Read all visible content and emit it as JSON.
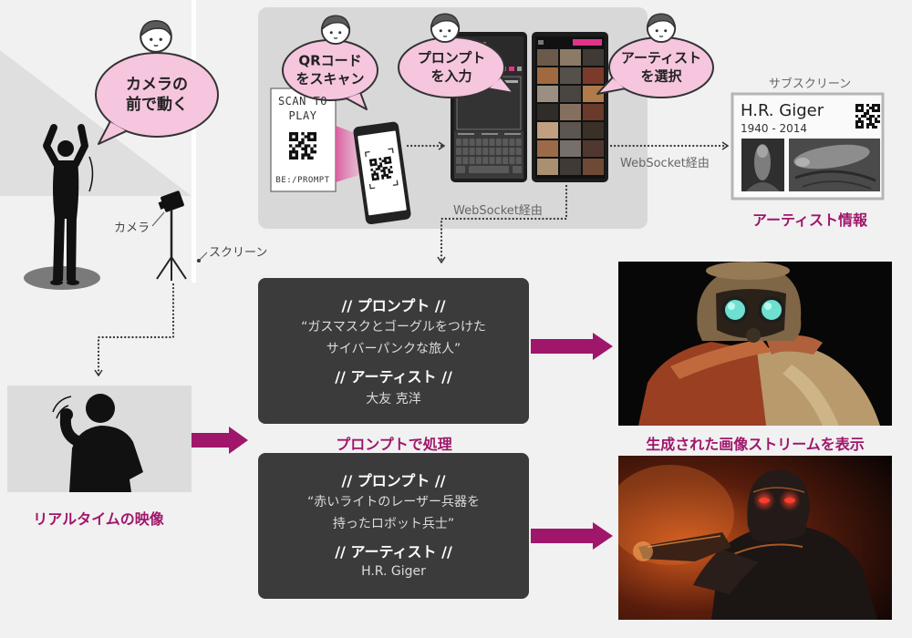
{
  "bubbles": {
    "move_in_front_of_camera": [
      "カメラの",
      "前で動く"
    ],
    "scan_qr": [
      "QRコード",
      "をスキャン"
    ],
    "enter_prompt": [
      "プロンプト",
      "を入力"
    ],
    "select_artist": [
      "アーティスト",
      "を選択"
    ]
  },
  "labels": {
    "camera": "カメラ",
    "screen": "スクリーン",
    "websocket_bottom": "WebSocket経由",
    "websocket_right": "WebSocket経由",
    "sub_screen": "サブスクリーン",
    "artist_info": "アーティスト情報",
    "realtime_video": "リアルタイムの映像",
    "process_with_prompt": "プロンプトで処理",
    "show_generated_stream": "生成された画像ストリームを表示"
  },
  "scan_card": {
    "line1": "SCAN TO",
    "line2": "PLAY",
    "footer": "BE:/PROMPT"
  },
  "sub_screen": {
    "artist_name": "H.R. Giger",
    "years": "1940 - 2014"
  },
  "prompts": [
    {
      "prompt_heading": "// プロンプト //",
      "prompt_lines": [
        "“ガスマスクとゴーグルをつけた",
        "サイバーパンクな旅人”"
      ],
      "artist_heading": "// アーティスト //",
      "artist": "大友 克洋"
    },
    {
      "prompt_heading": "// プロンプト //",
      "prompt_lines": [
        "“赤いライトのレーザー兵器を",
        "持ったロボット兵士”"
      ],
      "artist_heading": "// アーティスト //",
      "artist": "H.R. Giger"
    }
  ],
  "icons": {
    "user": "face-icon",
    "player": "person-icon",
    "camera": "camera-icon",
    "qr": "qr-code-icon",
    "phone": "smartphone-icon"
  },
  "colors": {
    "accent": "#a0166b",
    "bubble": "#f5c6de",
    "panel": "#d8d8d8",
    "dark_box": "#3b3b3b",
    "background": "#f1f1f1"
  }
}
